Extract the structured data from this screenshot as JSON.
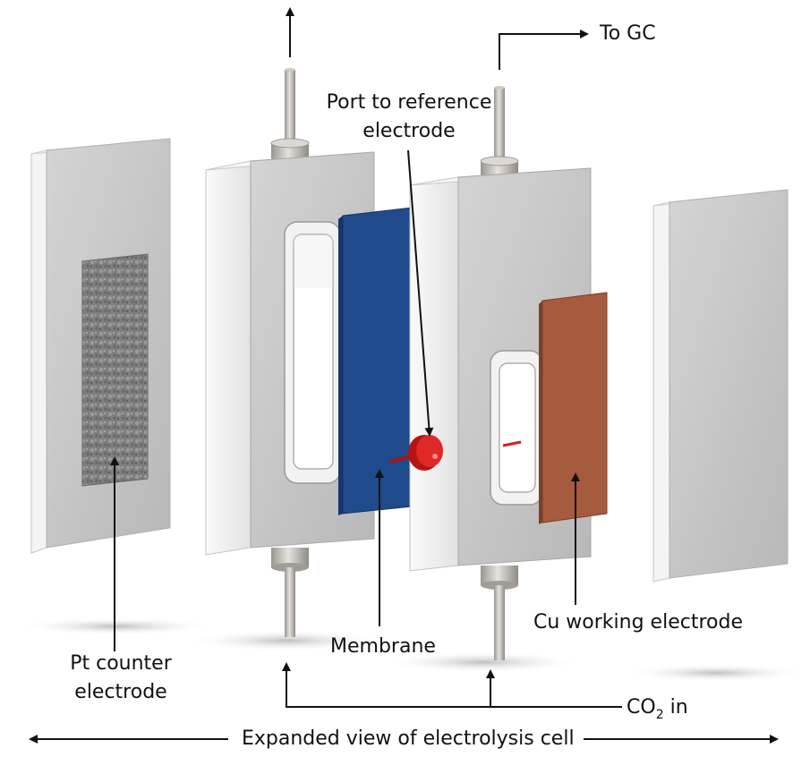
{
  "labels": {
    "to_gc": "To GC",
    "port_line1": "Port to reference",
    "port_line2": "electrode",
    "membrane": "Membrane",
    "cu_electrode": "Cu working electrode",
    "pt_line1": "Pt counter",
    "pt_line2": "electrode",
    "co2_main": "CO",
    "co2_sub": "2",
    "co2_suffix": " in",
    "expanded_view": "Expanded view of electrolysis cell"
  },
  "colors": {
    "membrane": "#1f4a8c",
    "cu_plate": "#a65a3e",
    "reference_port": "#d11f1f",
    "block_front": "#c9c9c9",
    "block_side": "#f2f2f2"
  }
}
